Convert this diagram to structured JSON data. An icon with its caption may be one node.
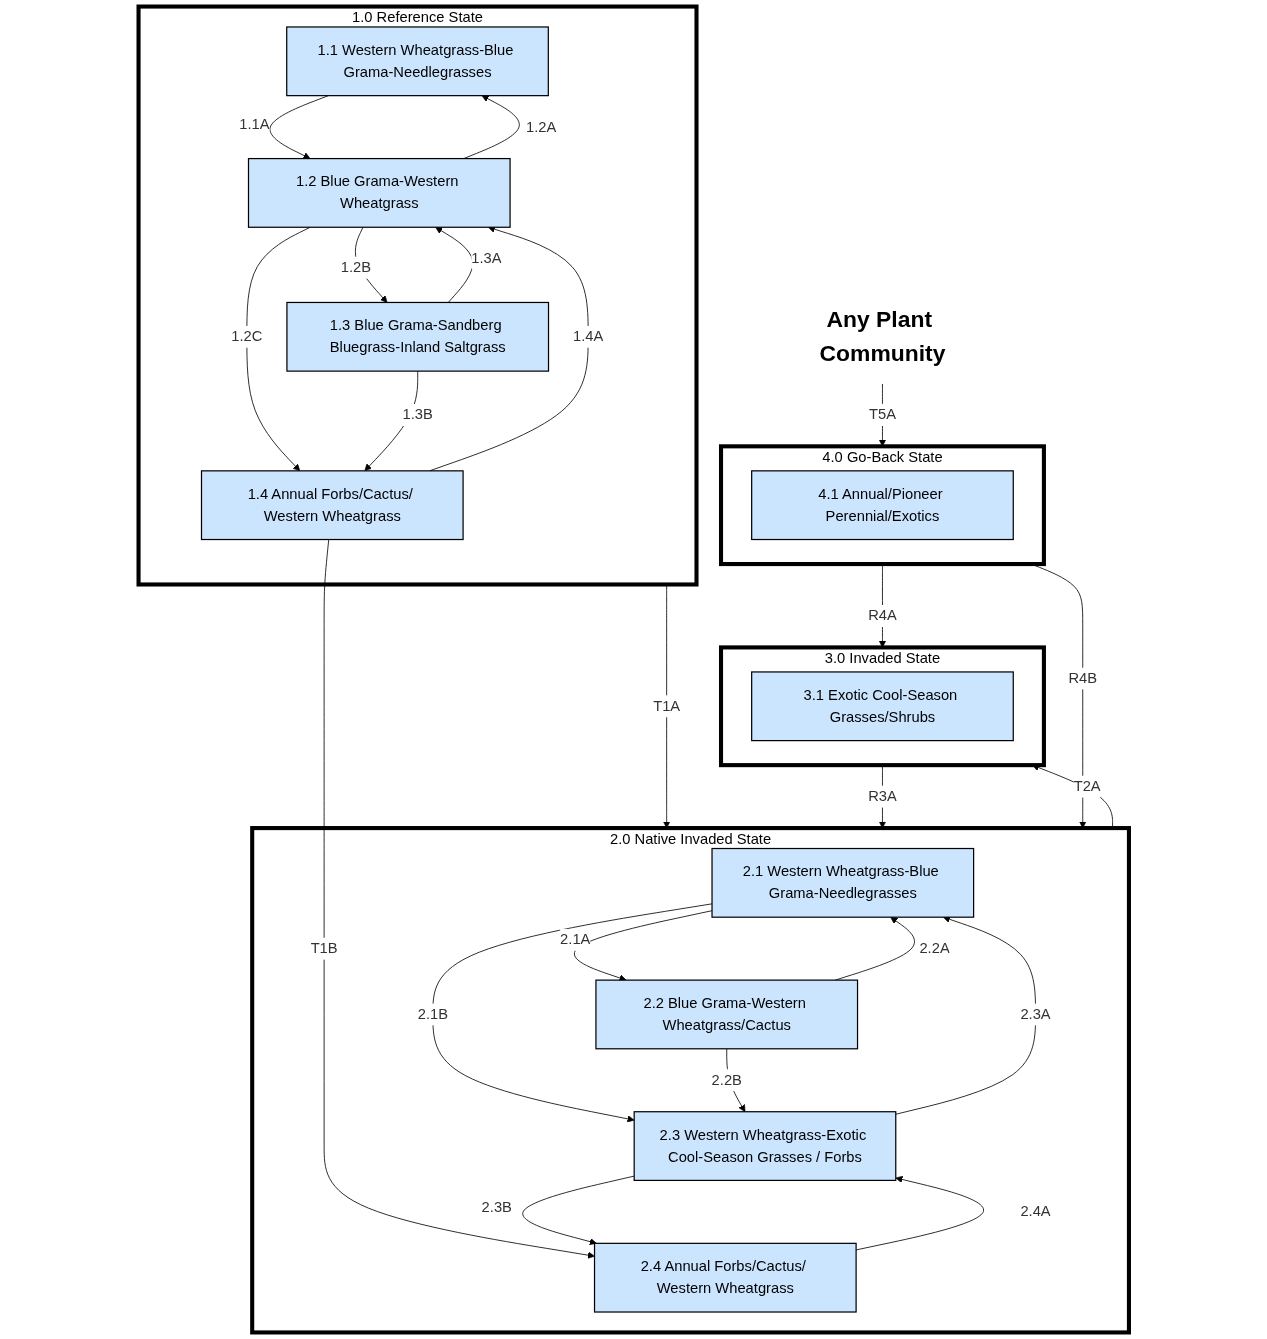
{
  "diagram": {
    "nodes": [
      {
        "text": [
          "1.0 Reference State"
        ]
      },
      {
        "text": [
          "1.1 Western Wheatgrass-Blue Grama-Needlegrasses"
        ],
        "in": 0
      },
      {
        "text": [
          "1.2 Blue Grama-Western Wheatgrass"
        ],
        "in": 0
      },
      {
        "text": [
          "1.4 Annual Forbs/Cactus/ Western Wheatgrass"
        ],
        "in": 0
      },
      {
        "text": [
          "1.3 Blue Grama-Sandberg Bluegrass-Inland Saltgrass"
        ],
        "in": 0
      },
      {
        "text": [
          "2.0 Native Invaded State"
        ]
      },
      {
        "text": [
          "2.1 Western Wheatgrass-Blue Grama-Needlegrasses"
        ],
        "in": 5
      },
      {
        "text": [
          "2.2 Blue Grama-Western Wheatgrass/Cactus"
        ],
        "in": 5
      },
      {
        "text": [
          "2.3 Western Wheatgrass-Exotic Cool-Season Grasses / Forbs"
        ],
        "in": 5
      },
      {
        "text": [
          "2.4 Annual Forbs/Cactus/ Western Wheatgrass"
        ],
        "in": 5
      },
      {
        "text": [
          "3.0 Invaded State"
        ]
      },
      {
        "text": [
          "3.1 Exotic Cool-Season Grasses/Shrubs"
        ],
        "in": 10
      },
      {
        "text": [
          "4.0 Go-Back State"
        ]
      },
      {
        "text": [
          "4.1 Annual/Pioneer Perennial/Exotics"
        ],
        "in": 12
      },
      {
        "text": [
          "Any Plant Community"
        ]
      }
    ],
    "edges": [
      {
        "from": 1,
        "to": 2,
        "arrow": "to",
        "label": "1.1A"
      },
      {
        "from": 2,
        "to": 1,
        "arrow": "to",
        "label": "1.2A"
      },
      {
        "from": 3,
        "to": 2,
        "arrow": "to",
        "label": "1.4A"
      },
      {
        "from": 2,
        "to": 3,
        "arrow": "to",
        "label": "1.2C"
      },
      {
        "from": 2,
        "to": 4,
        "arrow": "to",
        "label": "1.2B"
      },
      {
        "from": 4,
        "to": 2,
        "arrow": "to",
        "label": "1.3A"
      },
      {
        "from": 4,
        "to": 3,
        "arrow": "to",
        "label": "1.3B"
      },
      {
        "from": 0,
        "to": 5,
        "arrow": "to",
        "label": "T1A"
      },
      {
        "from": 3,
        "to": 9,
        "arrow": "to",
        "label": "T1B"
      },
      {
        "from": 10,
        "to": 5,
        "arrow": "to",
        "label": "R3A"
      },
      {
        "from": 5,
        "to": 10,
        "arrow": "to",
        "label": "T2A"
      },
      {
        "from": 6,
        "to": 7,
        "arrow": "to",
        "label": "2.1A"
      },
      {
        "from": 7,
        "to": 6,
        "arrow": "to",
        "label": "2.2A"
      },
      {
        "from": 6,
        "to": 8,
        "arrow": "to",
        "label": "2.1B"
      },
      {
        "from": 8,
        "to": 6,
        "arrow": "to",
        "label": "2.3A"
      },
      {
        "from": 7,
        "to": 8,
        "arrow": "to",
        "label": "2.2B"
      },
      {
        "from": 8,
        "to": 9,
        "arrow": "to",
        "label": "2.3B"
      },
      {
        "from": 9,
        "to": 8,
        "arrow": "to",
        "label": "2.4A"
      },
      {
        "from": 12,
        "to": 10,
        "arrow": "to",
        "label": "R4A"
      },
      {
        "from": 12,
        "to": 5,
        "arrow": "to",
        "label": "R4B"
      },
      {
        "from": 14,
        "to": 12,
        "arrow": "to",
        "label": "T5A"
      }
    ]
  }
}
